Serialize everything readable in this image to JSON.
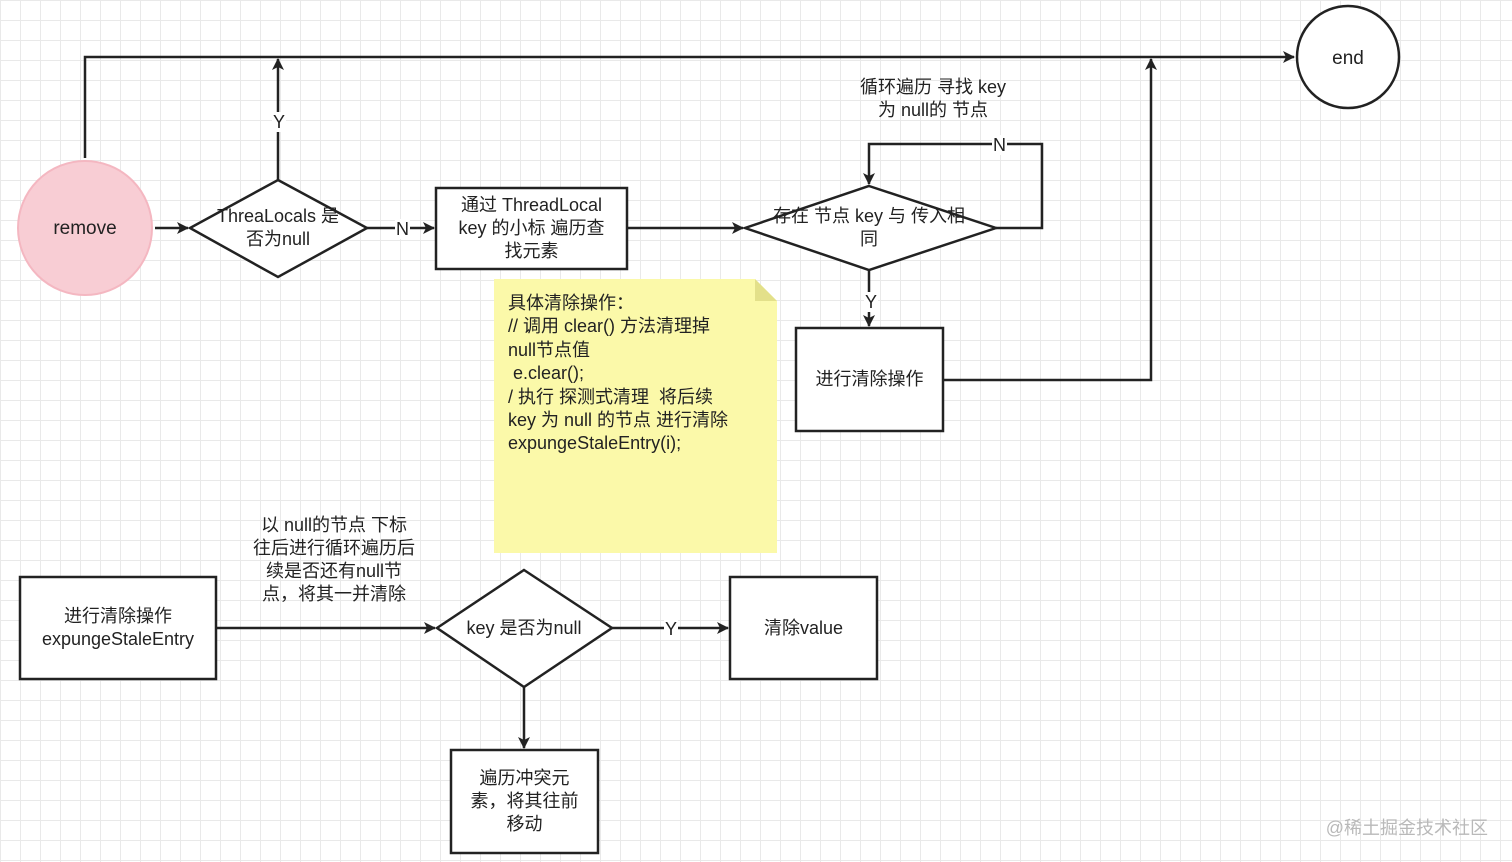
{
  "nodes": {
    "remove": "remove",
    "end": "end",
    "check_threadlocals": "ThreaLocals 是\n否为null",
    "traverse_by_index": "通过 ThreadLocal\nkey 的小标 遍历查\n找元素",
    "check_same_key": "存在 节点 key 与 传入相\n同",
    "do_clear_top": "进行清除操作",
    "do_clear_expunge": "进行清除操作\nexpungeStaleEntry",
    "check_key_null": "key 是否为null",
    "clear_value": "清除value",
    "move_collisions": "遍历冲突元\n素，将其往前\n移动"
  },
  "annotations": {
    "loop_search": "循环遍历 寻找 key\n为 null的 节点",
    "loop_from_null": "以 null的节点 下标\n往后进行循环遍历后\n续是否还有null节\n点，将其一并清除"
  },
  "note": {
    "text": "具体清除操作：\n// 调用 clear() 方法清理掉\nnull节点值\n e.clear();\n/ 执行 探测式清理  将后续\nkey 为 null 的节点 进行清除\nexpungeStaleEntry(i);",
    "color": "#fbf9a9"
  },
  "edge_labels": {
    "threadlocals_yes": "Y",
    "threadlocals_no": "N",
    "same_key_no": "N",
    "same_key_yes": "Y",
    "key_null_yes": "Y"
  },
  "watermark": "@稀土掘金技术社区",
  "colors": {
    "stroke": "#222222",
    "start_fill": "#f8cdd4",
    "start_stroke": "#f4b7c1",
    "note_fill": "#fbf9a9",
    "note_fold": "#e3e08a"
  }
}
